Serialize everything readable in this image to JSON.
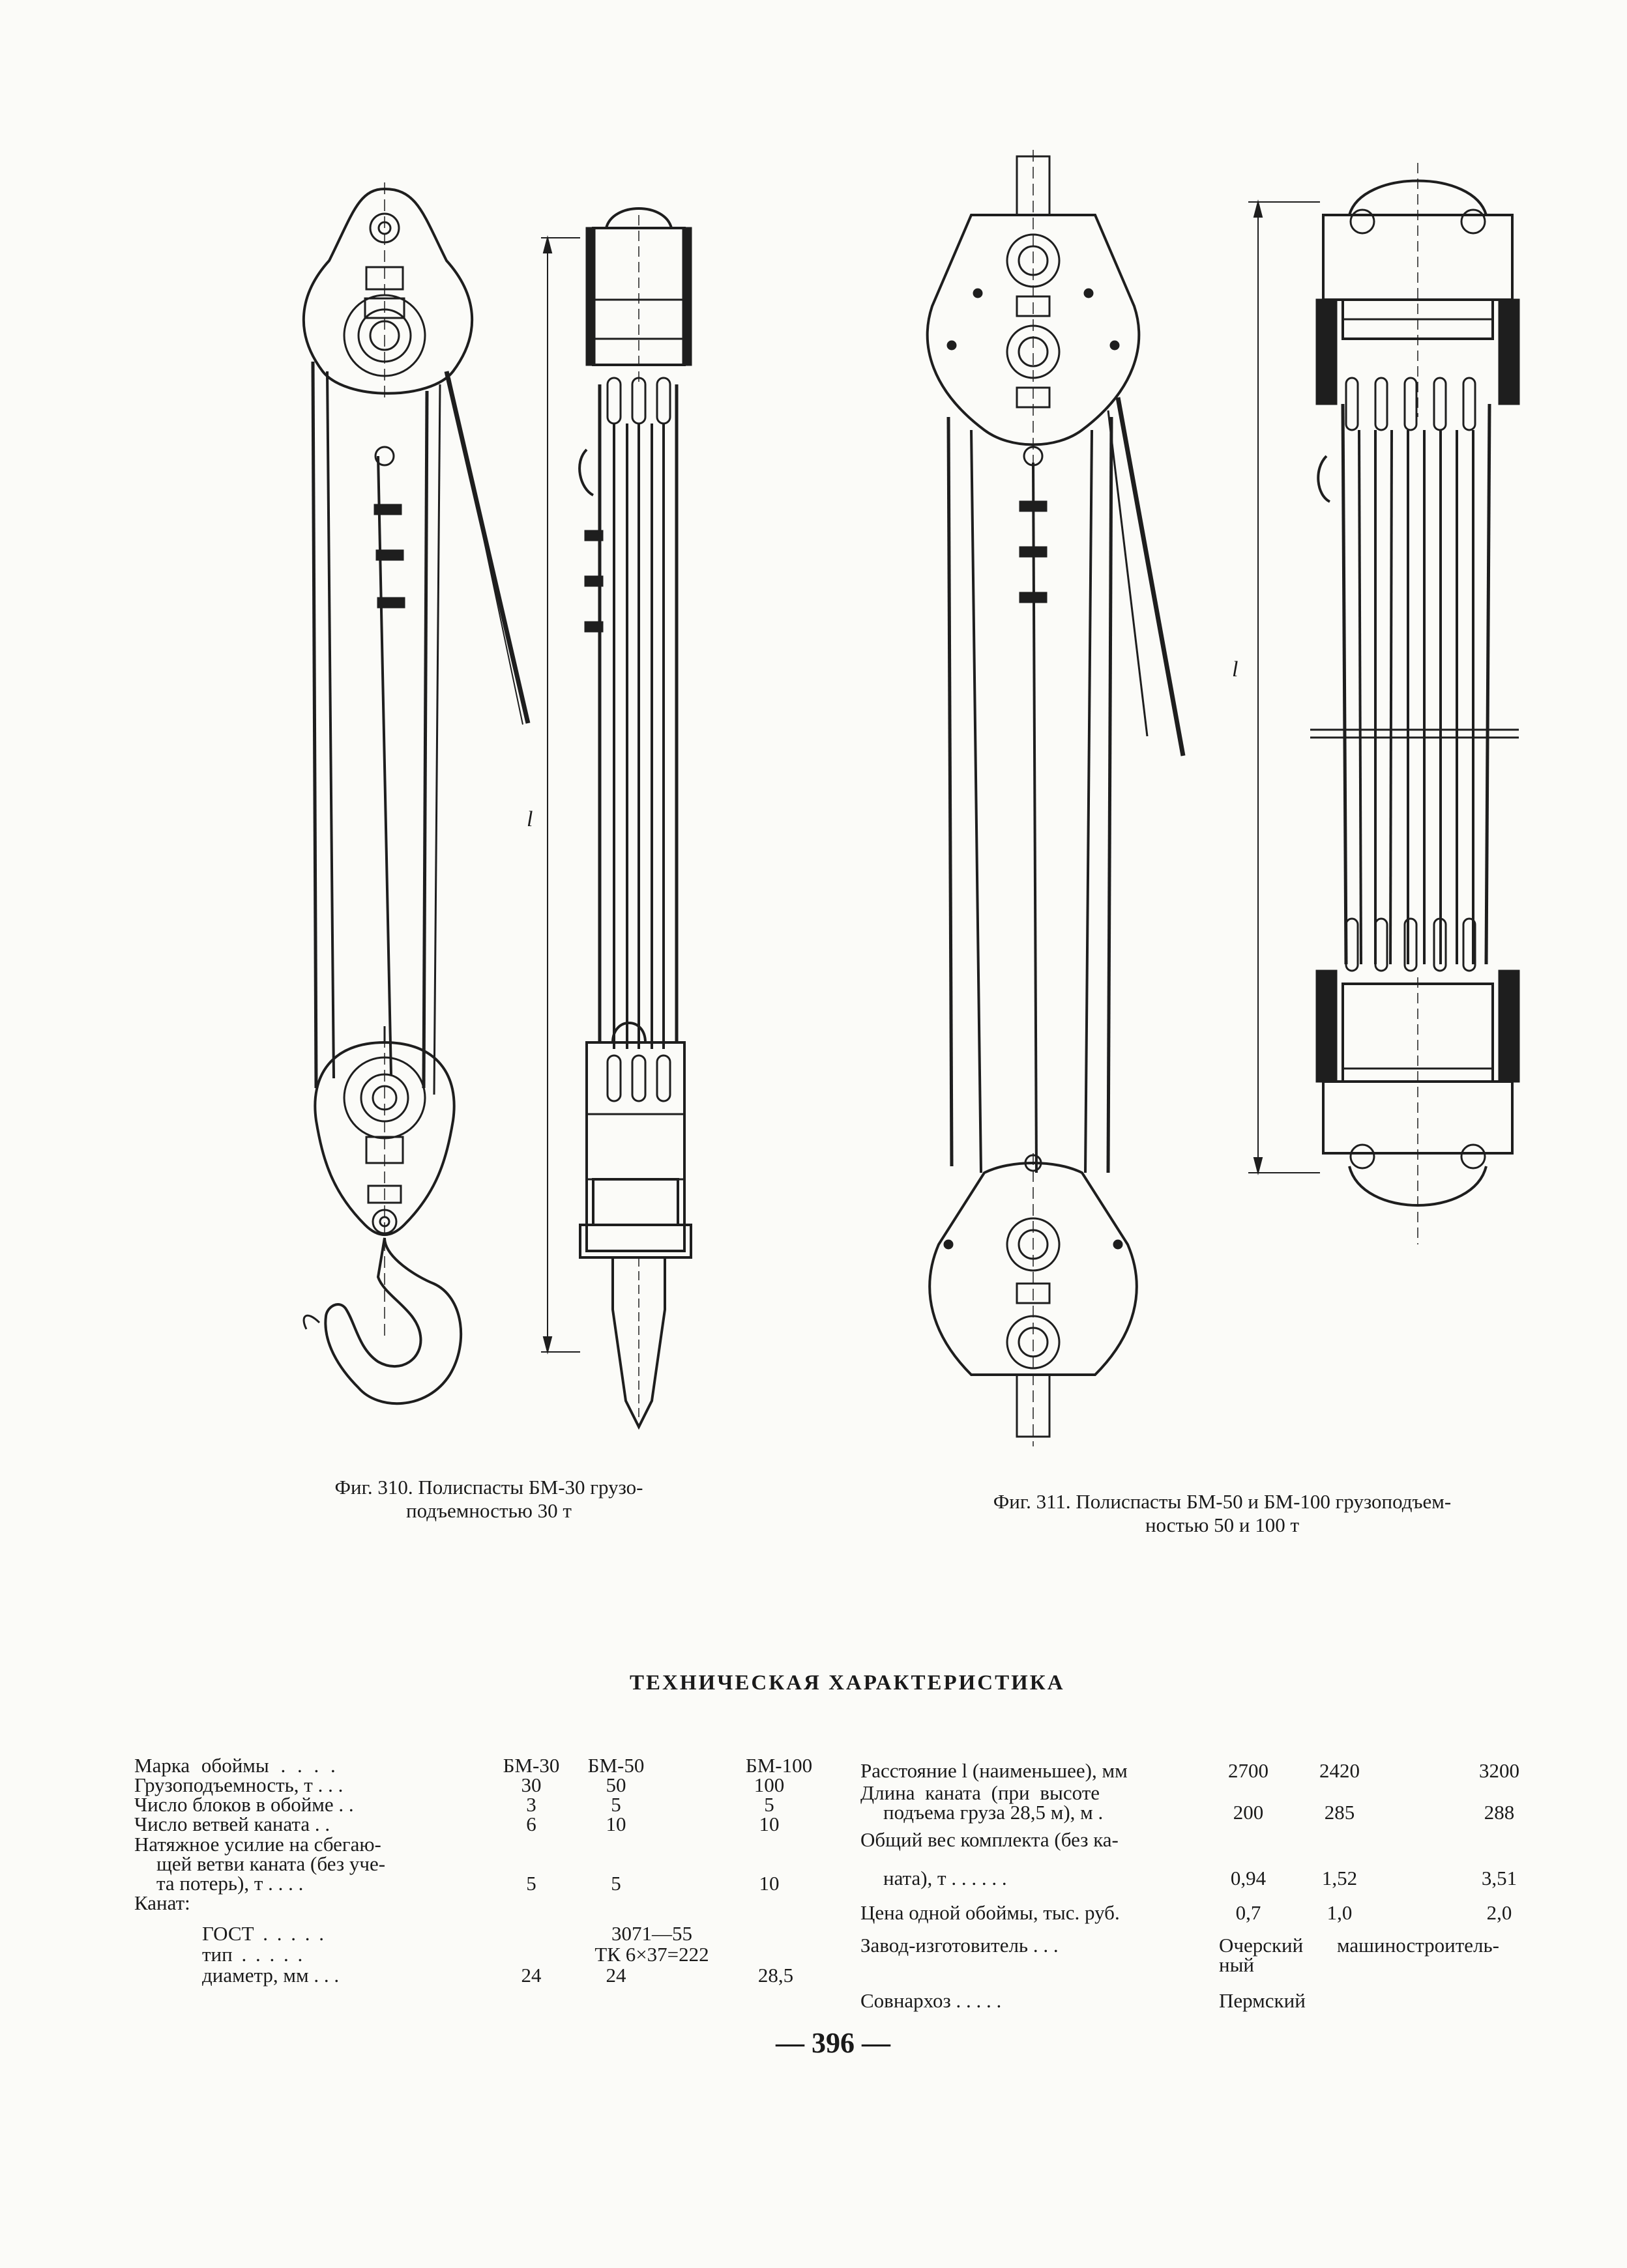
{
  "figure_310": {
    "caption_line1": "Фиг. 310.  Полиспасты  БМ-30 грузо-",
    "caption_line2": "подъемностью 30 т",
    "dimension_label": "l"
  },
  "figure_311": {
    "caption_line1": "Фиг. 311. Полиспасты БМ-50 и БМ-100 грузоподъем-",
    "caption_line2": "ностью 50 и 100 т",
    "dimension_label": "l"
  },
  "section_title": "ТЕХНИЧЕСКАЯ ХАРАКТЕРИСТИКА",
  "left_table": {
    "header": {
      "label": "Марка обоймы . . . .",
      "c1": "БМ-30",
      "c2": "БМ-50",
      "c3": "БМ-100"
    },
    "load_capacity": {
      "label": "Грузоподъемность, т . . .",
      "c1": "30",
      "c2": "50",
      "c3": "100"
    },
    "blocks": {
      "label": "Число блоков в обойме . .",
      "c1": "3",
      "c2": "5",
      "c3": "5"
    },
    "branches": {
      "label": "Число ветвей каната . .",
      "c1": "6",
      "c2": "10",
      "c3": "10"
    },
    "tension": {
      "label_line1": "Натяжное усилие на сбегаю-",
      "label_line2": "щей ветви каната (без уче-",
      "label_line3": "та потерь), т . . . .",
      "c1": "5",
      "c2": "5",
      "c3": "10"
    },
    "rope_heading": "Канат:",
    "gost": {
      "label": "ГОСТ . . . . .",
      "value": "3071—55"
    },
    "type": {
      "label": "тип . . . . .",
      "value": "ТК 6×37=222"
    },
    "diameter": {
      "label": "диаметр, мм . . .",
      "c1": "24",
      "c2": "24",
      "c3": "28,5"
    }
  },
  "right_table": {
    "distance": {
      "label": "Расстояние l (наименьшее), мм",
      "c1": "2700",
      "c2": "2420",
      "c3": "3200"
    },
    "rope_length": {
      "label_line1": "Длина каната (при высоте",
      "label_line2": "подъема груза 28,5 м), м .",
      "c1": "200",
      "c2": "285",
      "c3": "288"
    },
    "weight": {
      "label_line1": "Общий вес комплекта (без ка-",
      "label_line2": "ната), т . . . . . .",
      "c1": "0,94",
      "c2": "1,52",
      "c3": "3,51"
    },
    "price": {
      "label": "Цена одной обоймы, тыс. руб.",
      "c1": "0,7",
      "c2": "1,0",
      "c3": "2,0"
    },
    "manufacturer": {
      "label": "Завод-изготовитель . . .",
      "value_line1": "Очерский машиностроитель-",
      "value_line2": "ный"
    },
    "sovnarkhoz": {
      "label": "Совнархоз . . . . .",
      "value": "Пермский"
    }
  },
  "page_number": "— 396 —"
}
